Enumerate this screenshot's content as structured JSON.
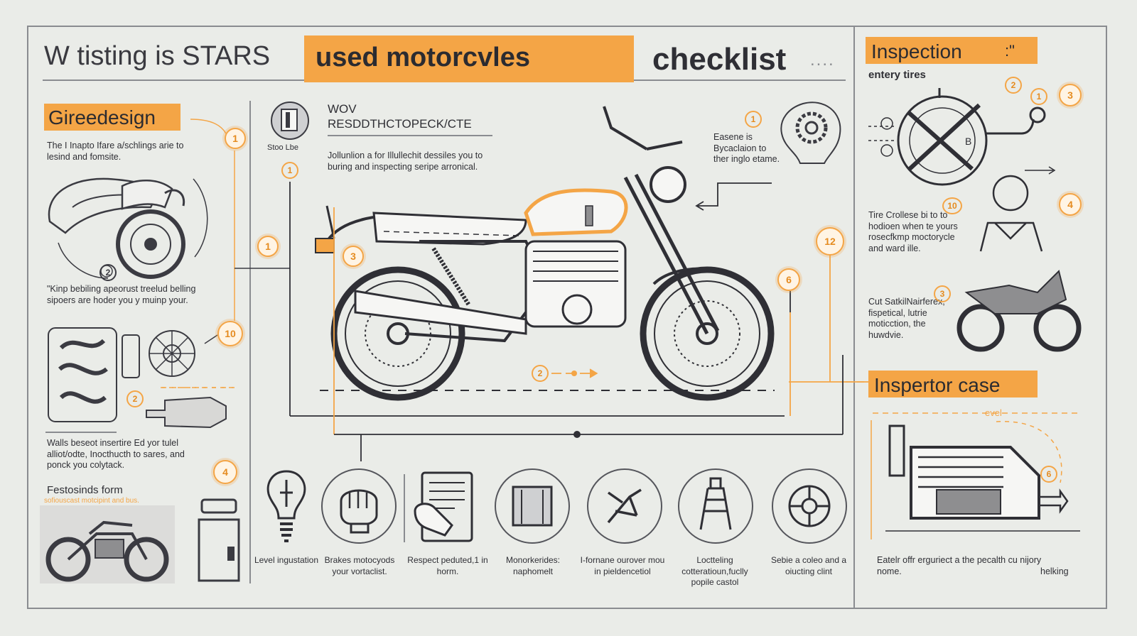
{
  "header": {
    "prefix": "W tisting is STARS",
    "highlight": "used motorcvles",
    "suffix": "checklist",
    "dots": "....",
    "right_title": "Inspection",
    "right_title_mark": ":\"",
    "right_sub": "entery tires"
  },
  "left": {
    "section_title": "Gireedesign",
    "intro": "The I Inapto Ifare a/schlings arie to lesind and fomsite.",
    "note1": "\"Kinp bebiling apeorust treelud belling sipoers are hoder you y muinp your.",
    "note2": "Walls beseot insertire Ed yor tulel alliot/odte, Inocthucth to sares, and ponck you colytack.",
    "footer_title": "Festosinds form",
    "footer_sub": "sofiouscast motcipint and bus."
  },
  "center": {
    "icon_caption": "Stoo Lbe",
    "heading_line1": "WOV",
    "heading_line2": "RESDDTHCTOPECK/CTE",
    "description": "Jollunlion a for Illullechit dessiles you to buring and inspecting seripe arronical.",
    "callout": "Easene is Bycaclaion to ther inglo etame."
  },
  "right": {
    "tire_text": "Tire Crollese bi to to hodioen when te yours rosecfkmp moctorycle and ward ille.",
    "cut_text": "Cut SatkilNairferex, fispetical, lutrie moticction, the huwdvie.",
    "case_title": "Inspertor case",
    "case_sub": "evel",
    "footer_text": "Eatelr offr erguriect a the pecalth cu nijory nome.",
    "footer_text2": "helking"
  },
  "badges": {
    "b_left_1": "1",
    "b_left_2": "1",
    "b_left_3": "10",
    "b_left_4": "2",
    "b_left_5": "4",
    "b_center_1": "1",
    "b_center_2": "3",
    "b_center_3": "1",
    "b_center_4": "6",
    "b_center_5": "12",
    "b_center_6": "2",
    "b_right_1": "2",
    "b_right_2": "1",
    "b_right_3": "3",
    "b_right_4": "10",
    "b_right_5": "4",
    "b_right_6": "3",
    "b_right_7": "6",
    "b_small_2": "2"
  },
  "bottom_icons": [
    {
      "icon": "lightbulb-icon",
      "caption": "Level ingustation"
    },
    {
      "icon": "fist-icon",
      "caption": "Brakes motocyods your vortaclist."
    },
    {
      "icon": "clipboard-icon",
      "caption": "Respect peduted,1 in horm."
    },
    {
      "icon": "panel-icon",
      "caption": "Monorkerides: naphomelt"
    },
    {
      "icon": "tool-icon",
      "caption": "I-fornane ourover mou in pieldencetiol"
    },
    {
      "icon": "tower-icon",
      "caption": "Loctteling cotteratioun,fuclly popile castol"
    },
    {
      "icon": "wheel-icon",
      "caption": "Sebie a coleo and a oiucting clint"
    }
  ],
  "colors": {
    "accent": "#f4a546",
    "ink": "#2f2f35",
    "background": "#eaece8"
  }
}
